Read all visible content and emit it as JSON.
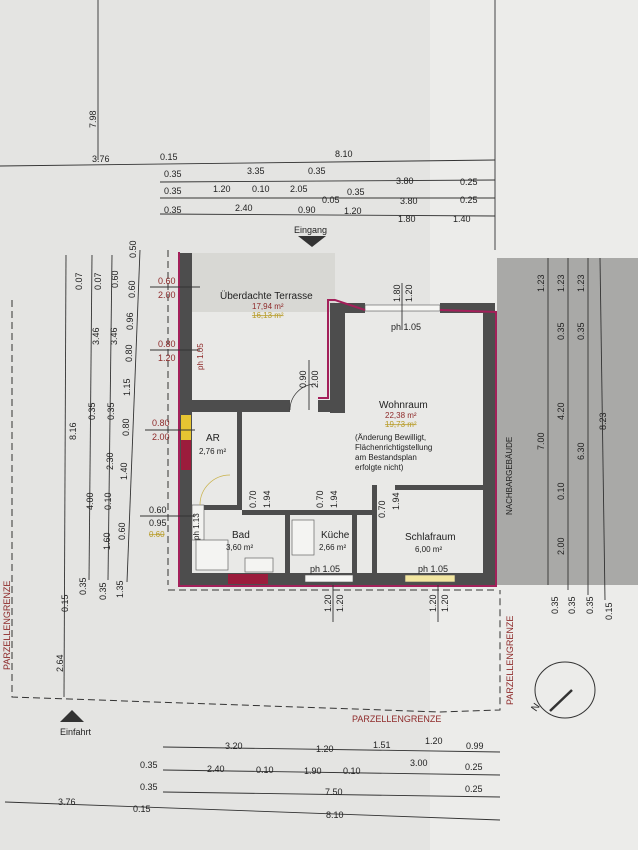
{
  "top_dims": {
    "row0": [
      "7.98"
    ],
    "row1": [
      "3.76",
      "0.15",
      "8.10"
    ],
    "row2": [
      "0.35",
      "3.35",
      "0.35",
      "3.80",
      "0.25"
    ],
    "row3": [
      "0.35",
      "1.20",
      "0.10",
      "2.05",
      "0.05",
      "0.35",
      "3.80",
      "0.25"
    ],
    "row4": [
      "0.35",
      "2.40",
      "0.90",
      "1.20",
      "1.80",
      "1.40"
    ]
  },
  "entrance_label": "Eingang",
  "driveway_label": "Einfahrt",
  "parcel_label": "PARZELLENGRENZE",
  "neighbour_label": "NACHBARGEBÄUDE",
  "north_label": "N",
  "rooms": {
    "terrace": {
      "name": "Überdachte Terrasse",
      "area": "17,94 m²",
      "area_old": "16,13 m²"
    },
    "wohnraum": {
      "name": "Wohnraum",
      "area": "22,38 m²",
      "area_old": "19,73 m²",
      "note": [
        "(Änderung Bewilligt,",
        "Flächenrichtigstellung",
        "am Bestandsplan",
        "erfolgte nicht)"
      ]
    },
    "ar": {
      "name": "AR",
      "area": "2,76 m²"
    },
    "bad": {
      "name": "Bad",
      "area": "3,60 m²"
    },
    "kueche": {
      "name": "Küche",
      "area": "2,66 m²"
    },
    "schlafraum": {
      "name": "Schlafraum",
      "area": "6,00 m²"
    }
  },
  "openings": {
    "left_win1": [
      "0.60",
      "2.00"
    ],
    "left_win2": [
      "0.80",
      "1.20",
      "ph 1.05"
    ],
    "left_door": [
      "0.80",
      "2.00"
    ],
    "bath_win": [
      "0.60",
      "0.95",
      "0.60",
      "ph 1.13"
    ],
    "terrace_door": [
      "0.90",
      "2.00"
    ],
    "top_win": [
      "1.80",
      "1.20",
      "ph 1.05"
    ],
    "doors": [
      [
        "0.70",
        "1.94"
      ],
      [
        "0.70",
        "1.94"
      ],
      [
        "0.70",
        "1.94"
      ]
    ],
    "bottom_win1": [
      "ph 1.05",
      "1.20",
      "1.20"
    ],
    "bottom_win2": [
      "ph 1.05",
      "1.20",
      "1.20"
    ]
  },
  "left_dims": {
    "col1": [
      "0.07",
      "8.16",
      "0.15"
    ],
    "col2": [
      "0.07",
      "3.46",
      "0.35",
      "4.00",
      "0.35"
    ],
    "col3": [
      "0.60",
      "3.46",
      "0.35",
      "2.30",
      "0.10",
      "1.60",
      "0.35"
    ],
    "col4": [
      "0.50",
      "0.60",
      "0.96",
      "0.80",
      "1.15",
      "0.80",
      "1.40",
      "0.60",
      "1.35"
    ],
    "yard": "2.64"
  },
  "right_dims": {
    "col1": [
      "1.23",
      "7.00",
      "0.35"
    ],
    "col2": [
      "1.23",
      "0.35",
      "4.20",
      "0.10",
      "2.00",
      "0.35"
    ],
    "col3": [
      "1.23",
      "0.35",
      "6.30",
      "0.35"
    ],
    "col4": [
      "8.23",
      "0.15"
    ]
  },
  "bottom_dims": {
    "row1": [
      "3.20",
      "1.20",
      "1.51",
      "1.20",
      "0.99"
    ],
    "row2": [
      "0.35",
      "2.40",
      "0.10",
      "1.90",
      "0.10",
      "3.00",
      "0.25"
    ],
    "row3": [
      "0.35",
      "7.50",
      "0.25"
    ],
    "row4": [
      "3.76",
      "0.15",
      "8.10"
    ]
  }
}
